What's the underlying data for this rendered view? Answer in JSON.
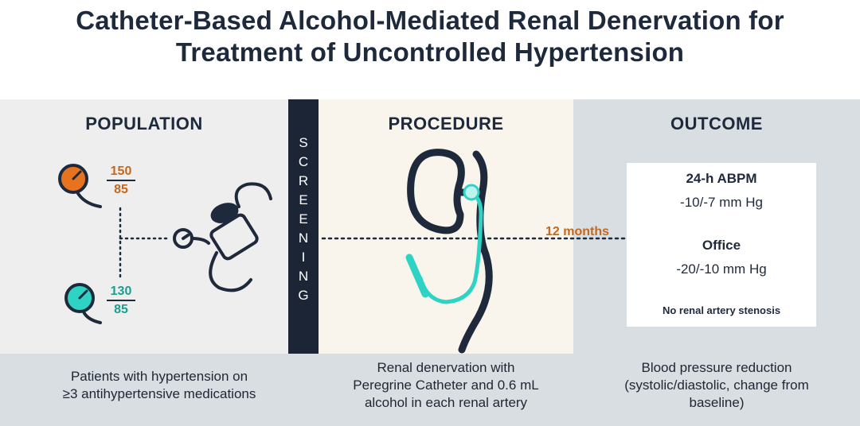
{
  "title": {
    "line1": "Catheter-Based Alcohol-Mediated Renal Denervation for",
    "line2": "Treatment of Uncontrolled Hypertension"
  },
  "population": {
    "heading": "POPULATION",
    "bp_high": {
      "systolic": "150",
      "diastolic": "85"
    },
    "bp_normal": {
      "systolic": "130",
      "diastolic": "85"
    },
    "caption_line1": "Patients with hypertension on",
    "caption_line2": "≥3 antihypertensive medications"
  },
  "screening": {
    "letters": [
      "S",
      "C",
      "R",
      "E",
      "E",
      "N",
      "I",
      "N",
      "G"
    ]
  },
  "procedure": {
    "heading": "PROCEDURE",
    "caption_line1": "Renal denervation with",
    "caption_line2": "Peregrine Catheter and 0.6 mL",
    "caption_line3": "alcohol in each renal artery"
  },
  "timeline": {
    "label": "12 months"
  },
  "outcome": {
    "heading": "OUTCOME",
    "abpm_label": "24-h ABPM",
    "abpm_value": "-10/-7 mm Hg",
    "office_label": "Office",
    "office_value": "-20/-10 mm Hg",
    "note": "No renal artery stenosis",
    "caption_line1": "Blood pressure reduction",
    "caption_line2": "(systolic/diastolic, change from",
    "caption_line3": "baseline)"
  },
  "colors": {
    "navy": "#1e2a3c",
    "orange": "#e8731e",
    "teal": "#2ed3c4"
  },
  "icons": [
    "gauge-high-icon",
    "gauge-normal-icon",
    "bp-cuff-icon",
    "kidney-icon",
    "catheter-icon",
    "arrow-right-icon"
  ]
}
